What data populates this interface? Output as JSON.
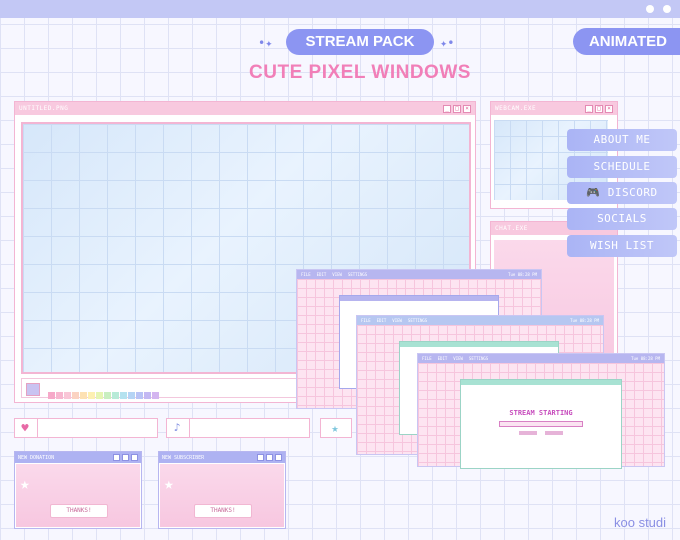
{
  "header": {
    "badge": "STREAM PACK",
    "animated_label": "ANIMATED",
    "subtitle": "CUTE PIXEL WINDOWS"
  },
  "main_window": {
    "title": "UNTITLED.PNG"
  },
  "webcam_window": {
    "title": "WEBCAM.EXE"
  },
  "chat_window": {
    "title": "CHAT.EXE"
  },
  "menu_buttons": [
    "ABOUT ME",
    "SCHEDULE",
    "DISCORD",
    "SOCIALS",
    "WISH LIST"
  ],
  "app_screens": {
    "menu": [
      "FILE",
      "EDIT",
      "VIEW",
      "SETTINGS"
    ],
    "clock": "Tue 08:28 PM",
    "stream_title": "STREAM STARTING"
  },
  "alerts": [
    {
      "title": "NEW DONATION",
      "button": "THANKS!"
    },
    {
      "title": "NEW SUBSCRIBER",
      "button": "THANKS!"
    }
  ],
  "palette": [
    "#f6a9c9",
    "#f7b7d0",
    "#f9c6d7",
    "#fbd3c2",
    "#fde1b3",
    "#fdf0b2",
    "#e6f5b3",
    "#c9efc0",
    "#b8ead7",
    "#b4e2ef",
    "#b5d4f5",
    "#b9c3f5",
    "#c3b8f3",
    "#d3b5f0"
  ],
  "brand": "koo studi",
  "colors": {
    "accent": "#8c95f2",
    "pink": "#f17fb8",
    "window_border": "#f3b5d3"
  }
}
